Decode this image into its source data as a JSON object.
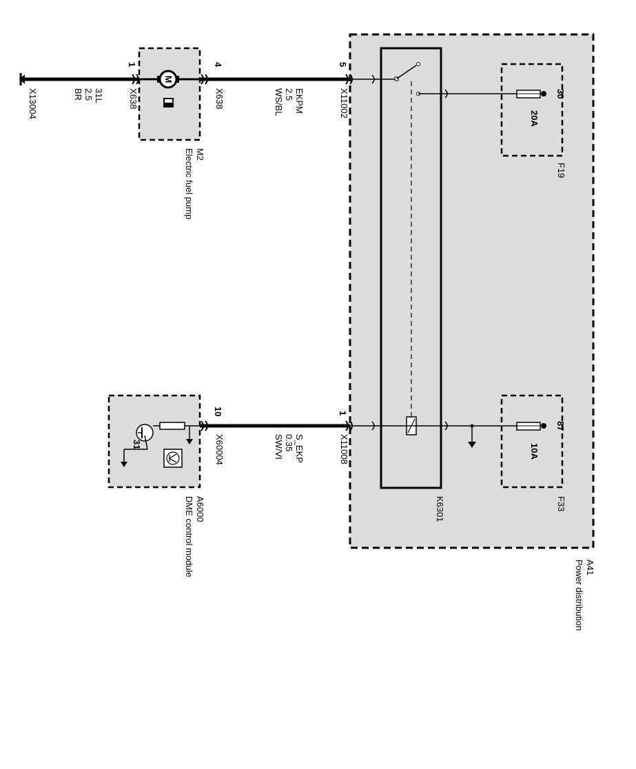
{
  "modules": {
    "power_distribution": {
      "code": "A41",
      "name": "Power distribution"
    },
    "fuel_pump": {
      "code": "M2",
      "name": "Electric fuel pump",
      "motor_symbol": "M"
    },
    "dme": {
      "code": "A6000",
      "name": "DME control module",
      "ground_pin": "31"
    },
    "relay": {
      "code": "K6301"
    }
  },
  "fuses": {
    "f19": {
      "code": "F19",
      "terminal": "30",
      "rating": "20A"
    },
    "f33": {
      "code": "F33",
      "terminal": "87",
      "rating": "10A"
    }
  },
  "wires": {
    "ground_wire": {
      "ground": "X13004",
      "pin": "1",
      "connector": "X638",
      "circuit": "31L",
      "size": "2.5",
      "color": "BR"
    },
    "pump_wire": {
      "pin_pump": "4",
      "connector_pump": "X638",
      "circuit": "EKPM",
      "size": "2.5",
      "color": "WS/BL",
      "pin_a41": "5",
      "connector_a41": "X11002"
    },
    "control_wire": {
      "pin_dme": "10",
      "connector_dme": "X60004",
      "circuit": "S_EKP",
      "size": "0.35",
      "color": "SW/VI",
      "pin_a41": "1",
      "connector_a41": "X11008"
    }
  },
  "style": {
    "box_fill": "#dcdcdc",
    "line": "#000000",
    "page": "#ffffff"
  }
}
